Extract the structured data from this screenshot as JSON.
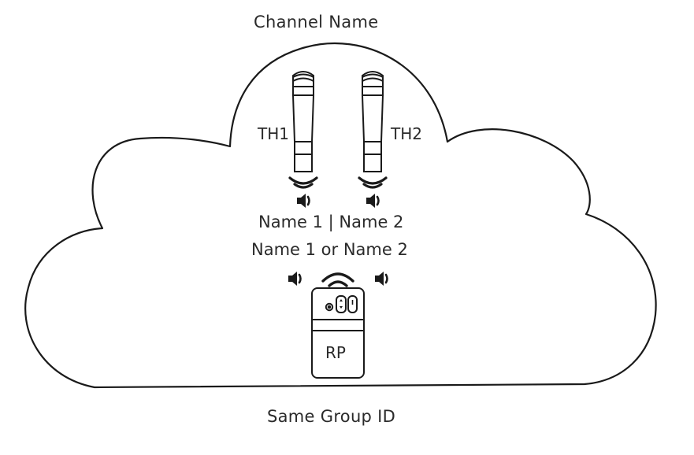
{
  "diagram": {
    "channel_name": "Channel Name",
    "transmitters": [
      {
        "id": "TH1",
        "icon": "handheld-microphone-icon"
      },
      {
        "id": "TH2",
        "icon": "handheld-microphone-icon"
      }
    ],
    "names_split": "Name 1 | Name 2",
    "names_either": "Name 1 or Name 2",
    "receiver": {
      "label": "RP",
      "icon": "bodypack-receiver-icon"
    },
    "group_id": "Same Group ID"
  },
  "colors": {
    "stroke": "#1a1a1a",
    "text": "#2a2a2a",
    "background": "#ffffff"
  }
}
